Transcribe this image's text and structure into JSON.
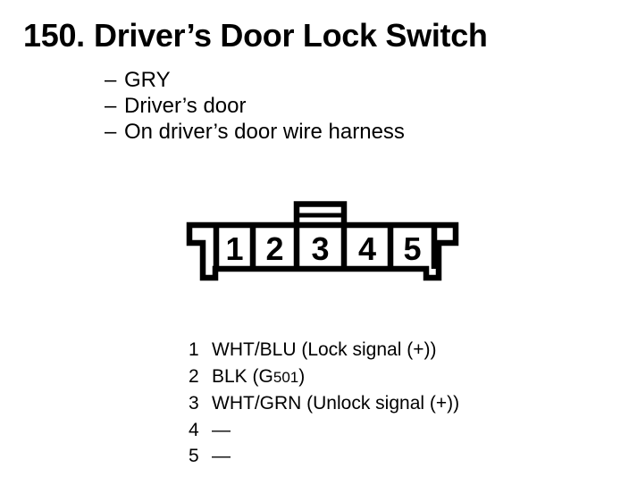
{
  "page": {
    "bg_color": "#ffffff",
    "ink_color": "#000000"
  },
  "header": {
    "item_number": "150.",
    "title": "Driver’s Door Lock Switch"
  },
  "attributes": {
    "items": [
      {
        "dash": "–",
        "text": "GRY"
      },
      {
        "dash": "–",
        "text": "Driver’s door"
      },
      {
        "dash": "–",
        "text": "On driver’s door wire harness"
      }
    ]
  },
  "connector": {
    "pins": [
      "1",
      "2",
      "3",
      "4",
      "5"
    ]
  },
  "legend": {
    "rows": [
      {
        "pin": "1",
        "segments": [
          {
            "t": "WHT/BLU (Lock signal (+))"
          }
        ]
      },
      {
        "pin": "2",
        "segments": [
          {
            "t": "BLK (G"
          },
          {
            "t": "501",
            "small": true
          },
          {
            "t": ")"
          }
        ]
      },
      {
        "pin": "3",
        "segments": [
          {
            "t": "WHT/GRN (Unlock signal (+))"
          }
        ]
      },
      {
        "pin": "4",
        "segments": [
          {
            "t": "—"
          }
        ]
      },
      {
        "pin": "5",
        "segments": [
          {
            "t": "—"
          }
        ]
      }
    ]
  }
}
